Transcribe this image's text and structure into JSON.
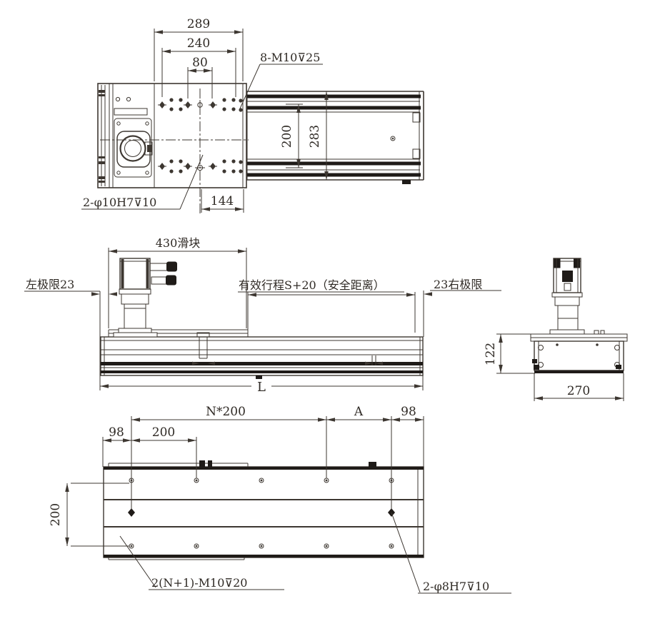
{
  "drawing": {
    "top_view": {
      "dim_289": "289",
      "dim_240": "240",
      "dim_80": "80",
      "thread_callout": "8-M10⊽25",
      "dim_200": "200",
      "dim_283": "283",
      "dim_144": "144",
      "pin_callout": "2-φ10H7⊽10"
    },
    "front_view": {
      "slider_dim": "430滑块",
      "left_limit": "左极限23",
      "stroke_label": "有效行程S+20（安全距离）",
      "right_limit": "23右极限",
      "length_dim": "L"
    },
    "side_view": {
      "dim_122": "122",
      "dim_270": "270"
    },
    "bottom_view": {
      "pitch_dim": "N*200",
      "dim_A": "A",
      "dim_98_right": "98",
      "dim_98_left": "98",
      "dim_200_h": "200",
      "dim_200_v": "200",
      "thread_callout": "2(N+1)-M10⊽20",
      "pin_callout": "2-φ8H7⊽10"
    }
  },
  "colors": {
    "line": "#3d3731",
    "text": "#2f2a25",
    "background": "#ffffff"
  }
}
